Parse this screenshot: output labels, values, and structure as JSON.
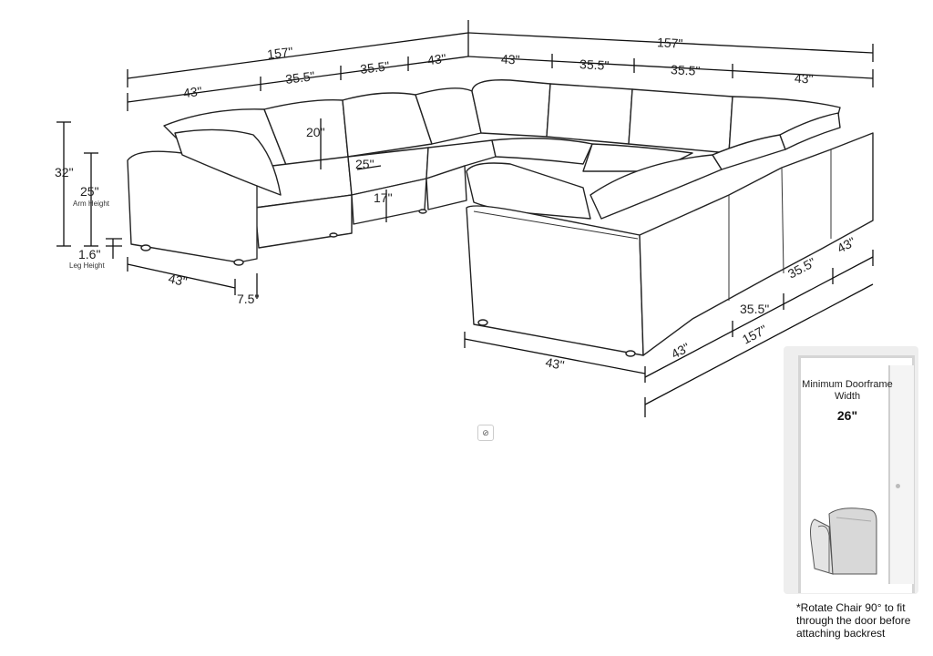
{
  "top_dimensions": {
    "total_left": "157\"",
    "total_right": "157\"",
    "left_row": [
      "43\"",
      "35.5\"",
      "35.5\"",
      "43\""
    ],
    "right_row": [
      "43\"",
      "35.5\"",
      "35.5\"",
      "43\""
    ]
  },
  "height_dimensions": {
    "overall": "32\"",
    "arm_height": "25\"",
    "arm_height_label": "Arm Height",
    "leg_height": "1.6\"",
    "leg_height_label": "Leg Height"
  },
  "seat_dimensions": {
    "back_height": "20\"",
    "seat_depth": "25\"",
    "seat_height": "17\""
  },
  "left_base": {
    "depth": "43\"",
    "arm_width": "7.5\""
  },
  "right_side": {
    "segments": [
      "43\"",
      "35.5\"",
      "35.5\"",
      "43\""
    ],
    "total": "157\"",
    "front_depth": "43\""
  },
  "door_inset": {
    "title": "Minimum Doorframe Width",
    "value": "26\"",
    "note": "*Rotate Chair 90° to fit through the door before attaching backrest"
  },
  "center_icon": "no-entry-icon"
}
